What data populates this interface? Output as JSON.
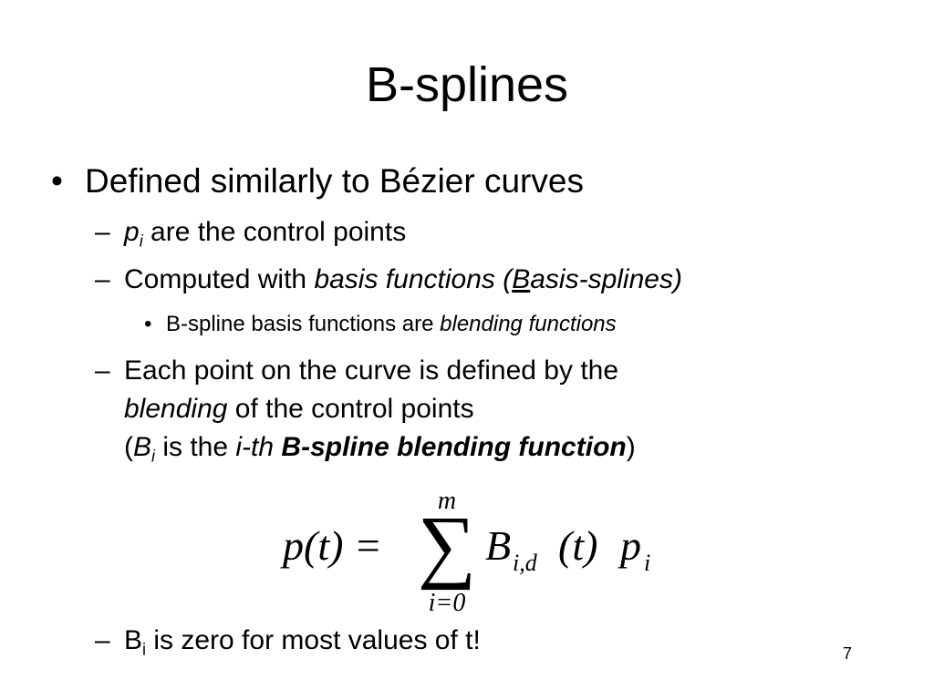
{
  "slide": {
    "title": "B-splines",
    "bullet1": {
      "marker": "•",
      "text": "Defined similarly to Bézier curves"
    },
    "sub1": {
      "dash": "–",
      "var": "p",
      "sub": "i",
      "text": " are the control points"
    },
    "sub2": {
      "dash": "–",
      "lead": "Computed with ",
      "italic": "basis functions (",
      "underline": "B",
      "italic_tail": "asis-splines)"
    },
    "sub2_point": {
      "marker": "•",
      "lead": "B-spline basis functions are ",
      "italic": "blending functions"
    },
    "sub3": {
      "dash": "–",
      "line1": "Each point on the curve is defined by the",
      "line2_italic": "blending",
      "line2_rest": " of the control points",
      "line3_open": "(",
      "line3_var": "B",
      "line3_sub": "i",
      "line3_mid": " is the ",
      "line3_italic": "i-th",
      "line3_space": " ",
      "line3_bold": "B-spline blending function",
      "line3_close": ")"
    },
    "formula": {
      "lhs": "p(t) =",
      "upper": "m",
      "lower": "i=0",
      "sigma": "∑",
      "basis": "B",
      "basis_sub": "i,d",
      "arg": "(t)",
      "point": "p",
      "point_sub": "i"
    },
    "sub4": {
      "dash": "–",
      "var": "B",
      "sub": "i",
      "text": " is zero for most values of t!"
    },
    "page_number": "7"
  }
}
